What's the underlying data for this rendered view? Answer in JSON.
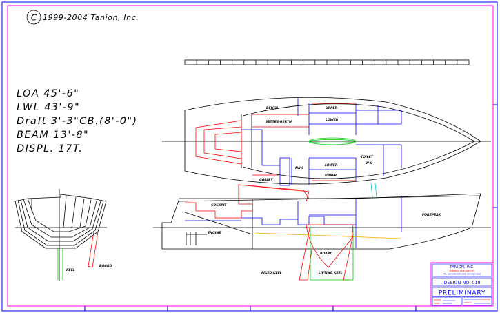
{
  "copyright": {
    "symbol": "C",
    "text": "1999-2004 Tanion, Inc."
  },
  "specs": [
    {
      "text": "LOA  45'-6\""
    },
    {
      "text": "LWL  43'-9\""
    },
    {
      "text": "Draft  3'-3\"CB.(8'-0\")"
    },
    {
      "text": "BEAM  13'-8\""
    },
    {
      "text": "DISPL.  17T."
    }
  ],
  "plan_labels": {
    "berth": "BERTH",
    "settee_berth": "SETTEE-BERTH",
    "upper_top": "UPPER",
    "lower_top": "LOWER",
    "nav": "NAV.",
    "lower_bottom": "LOWER",
    "upper_bottom": "UPPER",
    "galley": "GALLEY",
    "toilet": "TOILET",
    "wc": "W-C"
  },
  "profile_labels": {
    "cockpit": "COCKPIT",
    "forepeak": "FOREPEAK",
    "engine": "ENGINE",
    "board": "BOARD",
    "fixed_keel": "FIXED KEEL",
    "lifting_keel": "LIFTING KEEL"
  },
  "section_labels": {
    "keel": "KEEL",
    "board": "BOARD"
  },
  "title_block": {
    "company": "TANION, INC.",
    "address": "ADDRESS LINE AND CITY",
    "contact": "TEL. 000-000-0000  FAX. 000-000-0000",
    "design_no": "DESIGN NO. 019",
    "status": "PRELIMINARY"
  },
  "colors": {
    "frame": "#ff00ff",
    "outer_border": "#0000ff",
    "structure": "#0000ff",
    "interior": "#ff0000",
    "keel": "#00cc00",
    "vent": "#00cccc",
    "shaft": "#ffaa00"
  }
}
